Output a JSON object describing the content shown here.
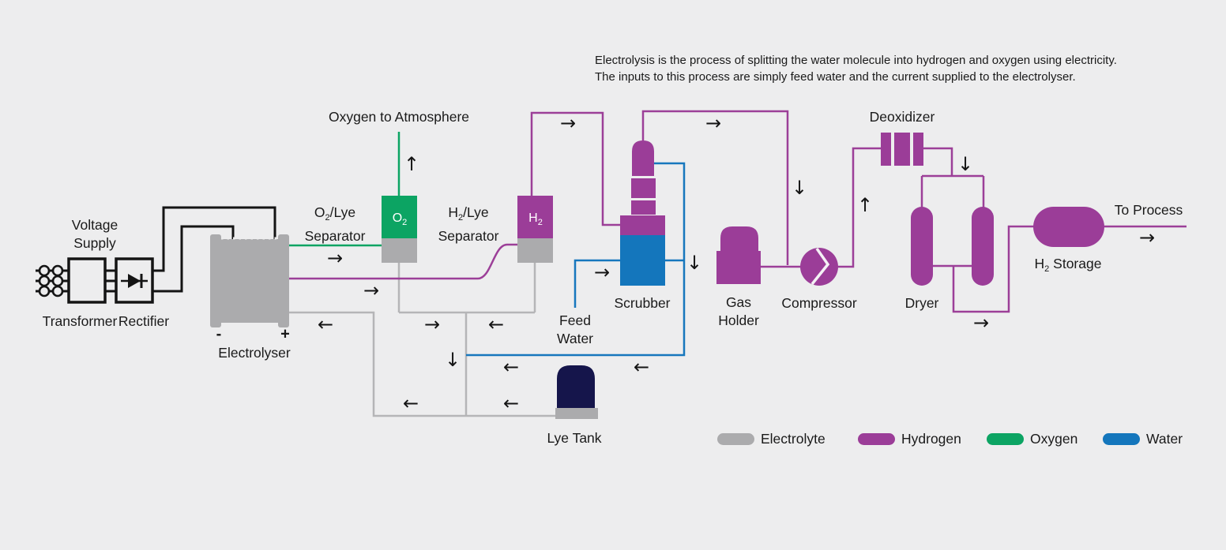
{
  "description": {
    "line1": "Electrolysis is the process of splitting the water molecule into hydrogen and oxygen using electricity.",
    "line2": "The inputs to this process are simply feed water and the current supplied to the electrolyser."
  },
  "icons": {
    "arrow_right": "→",
    "arrow_left": "←",
    "arrow_up": "↑",
    "arrow_down": "↓"
  },
  "labels": {
    "voltage_supply": [
      "Voltage",
      "Supply"
    ],
    "transformer": "Transformer",
    "rectifier": "Rectifier",
    "electrolyser": "Electrolyser",
    "electrode_minus": "-",
    "electrode_plus": "+",
    "oxygen_to_atmosphere": "Oxygen to Atmosphere",
    "o2_lye_separator": {
      "pre": "O",
      "sub": "2",
      "post": "/Lye",
      "line2": "Separator"
    },
    "h2_lye_separator": {
      "pre": "H",
      "sub": "2",
      "post": "/Lye",
      "line2": "Separator"
    },
    "o2_vessel": {
      "pre": "O",
      "sub": "2"
    },
    "h2_vessel": {
      "pre": "H",
      "sub": "2"
    },
    "feed_water": [
      "Feed",
      "Water"
    ],
    "scrubber": "Scrubber",
    "lye_tank": "Lye Tank",
    "gas_holder": [
      "Gas",
      "Holder"
    ],
    "compressor": "Compressor",
    "deoxidizer": "Deoxidizer",
    "dryer": "Dryer",
    "h2_storage": {
      "pre": "H",
      "sub": "2",
      "post": " Storage"
    },
    "to_process": "To Process"
  },
  "legend": {
    "items": [
      {
        "label": "Electrolyte",
        "color": "#ABABAD"
      },
      {
        "label": "Hydrogen",
        "color": "#9B3D98"
      },
      {
        "label": "Oxygen",
        "color": "#0CA463"
      },
      {
        "label": "Water",
        "color": "#1476BC"
      }
    ]
  },
  "colors": {
    "background": "#EDEDEE",
    "electrolyte_pipe": "#B5B5B7",
    "hydrogen": "#9C3F98",
    "oxygen": "#0CA463",
    "water": "#1777BD",
    "vessel_gray": "#ABABAD",
    "lye_tank_navy": "#15154B",
    "wire_black": "#141414",
    "text": "#1A1A1A"
  }
}
